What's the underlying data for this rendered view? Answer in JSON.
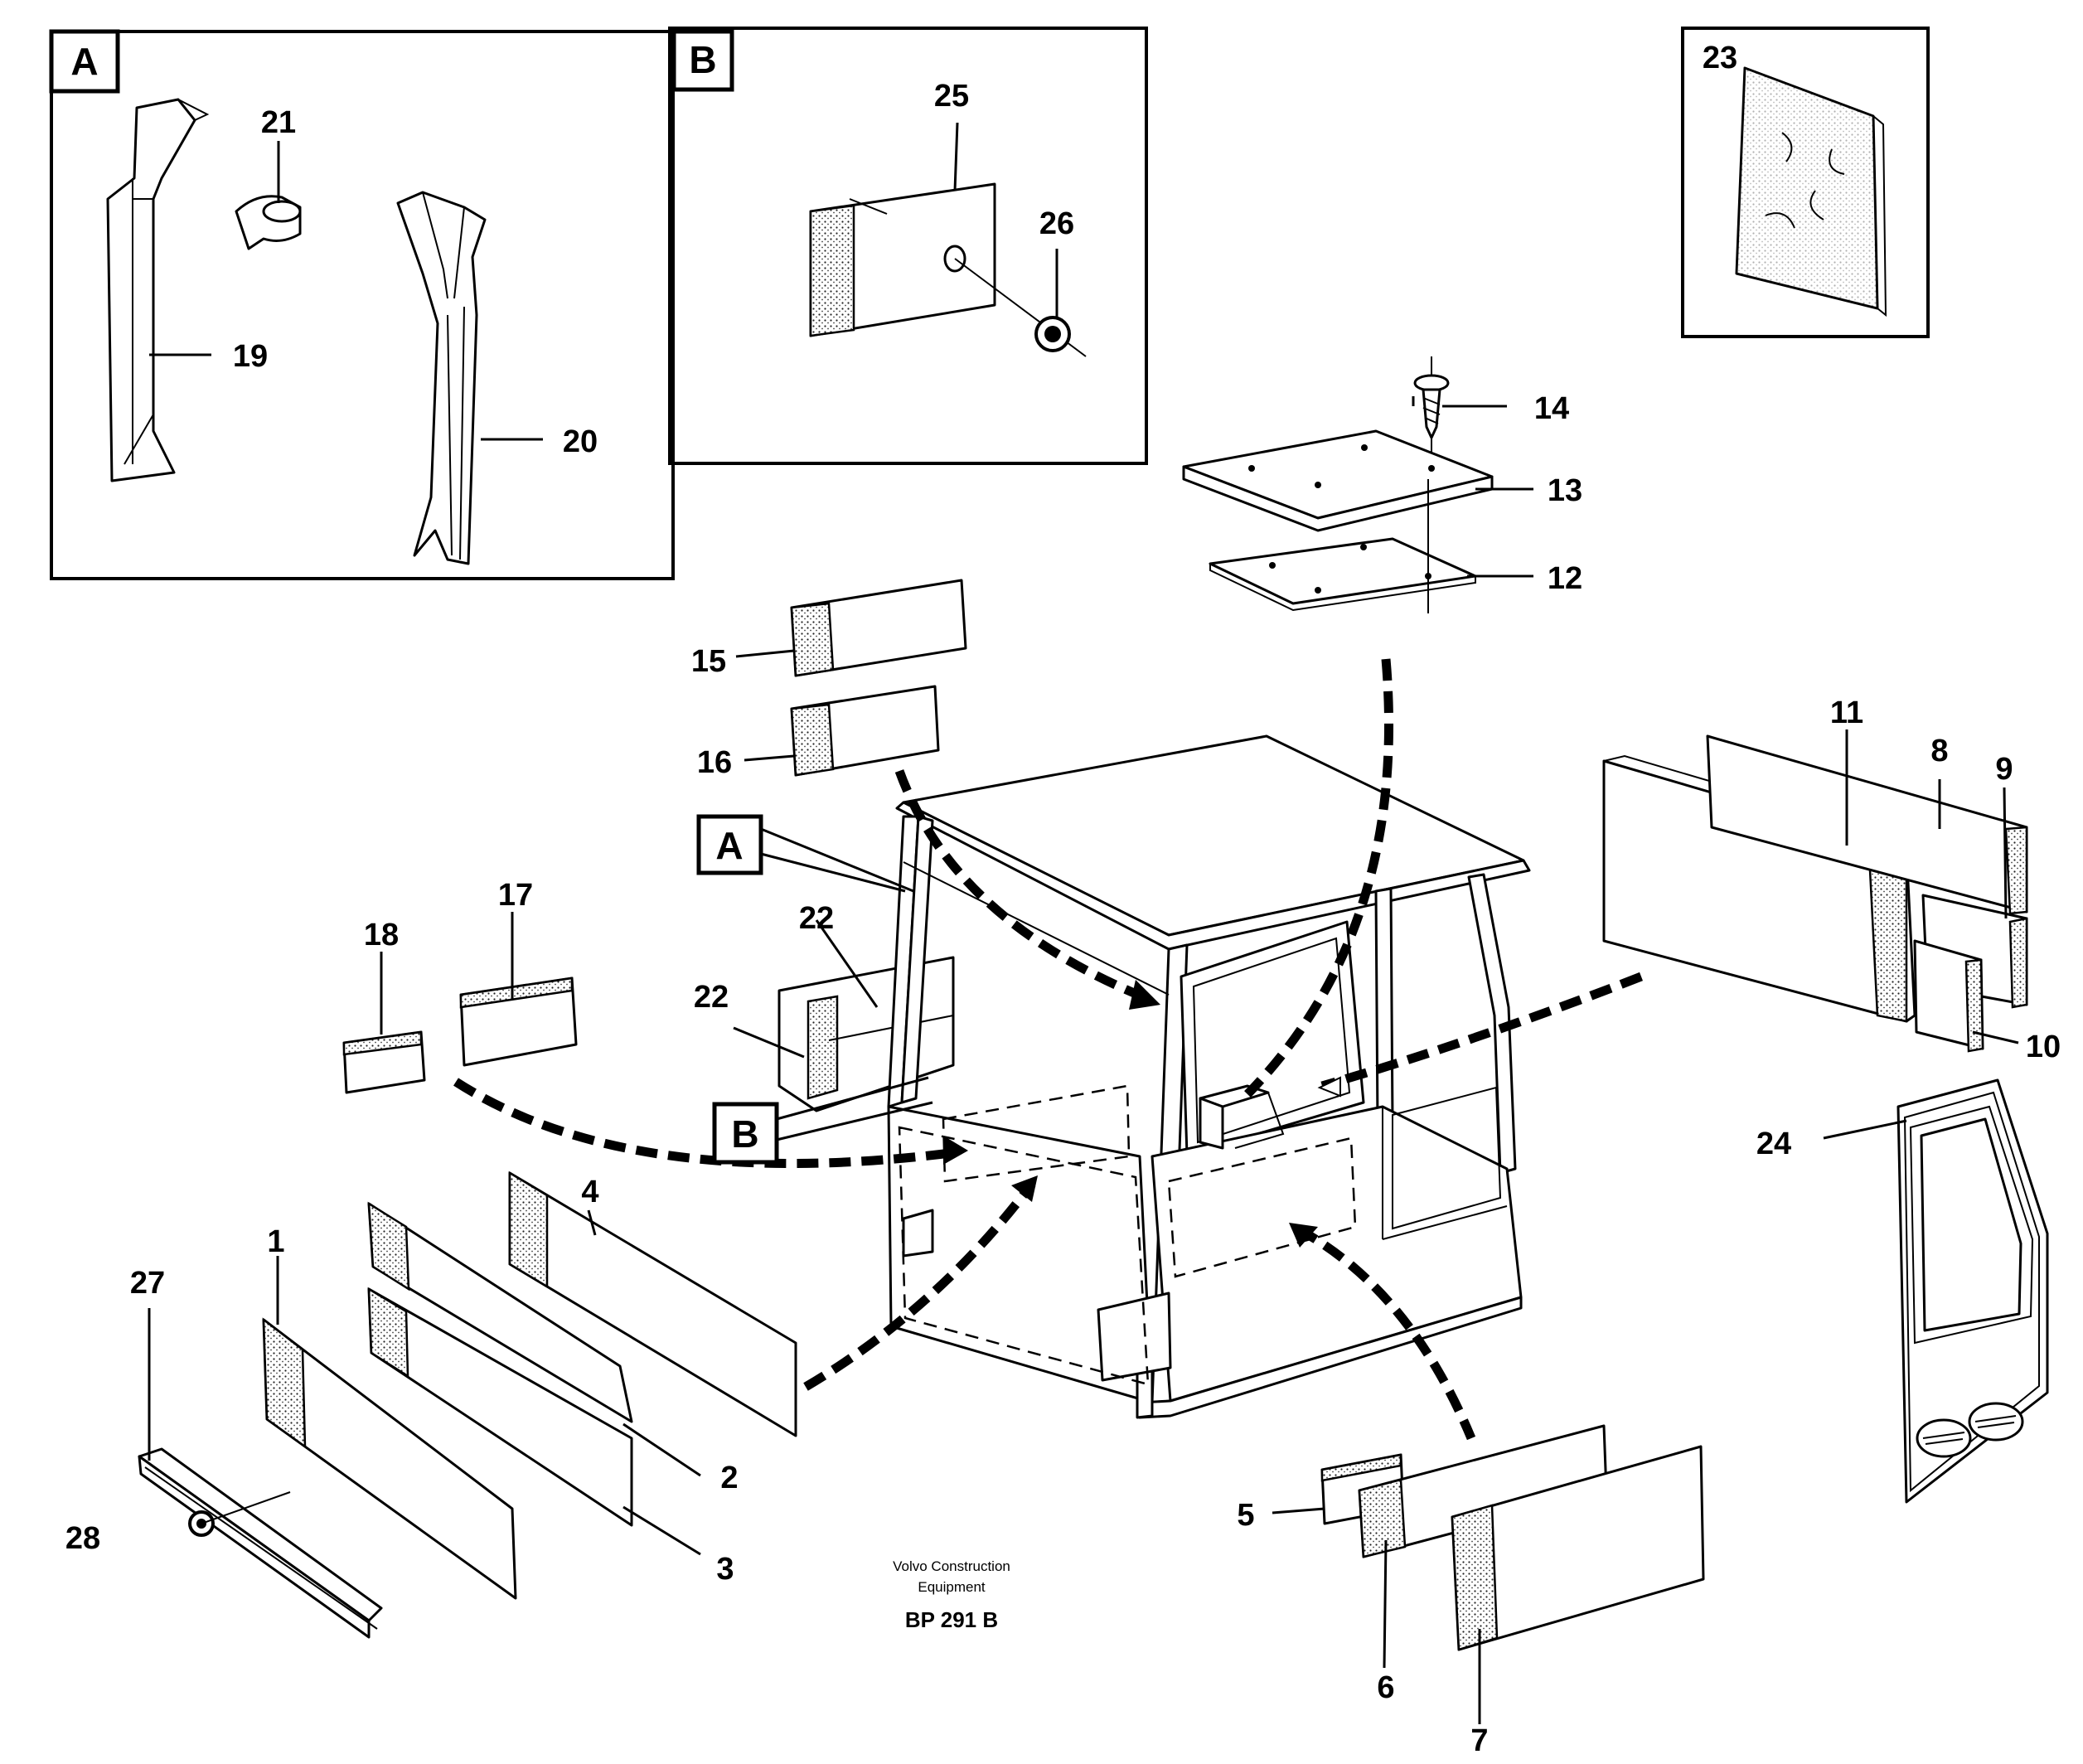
{
  "detail_boxes": {
    "A": {
      "label": "A"
    },
    "B": {
      "label": "B"
    }
  },
  "callouts": {
    "A": "A",
    "B": "B"
  },
  "parts": {
    "p1": "1",
    "p2": "2",
    "p3": "3",
    "p4": "4",
    "p5": "5",
    "p6": "6",
    "p7": "7",
    "p8": "8",
    "p9": "9",
    "p10": "10",
    "p11": "11",
    "p12": "12",
    "p13": "13",
    "p14": "14",
    "p15": "15",
    "p16": "16",
    "p17": "17",
    "p18": "18",
    "p19": "19",
    "p20": "20",
    "p21": "21",
    "p22a": "22",
    "p22b": "22",
    "p23": "23",
    "p24": "24",
    "p25": "25",
    "p26": "26",
    "p27": "27",
    "p28": "28"
  },
  "footer": {
    "company_line1": "Volvo Construction",
    "company_line2": "Equipment",
    "drawing_code": "BP 291 B"
  }
}
